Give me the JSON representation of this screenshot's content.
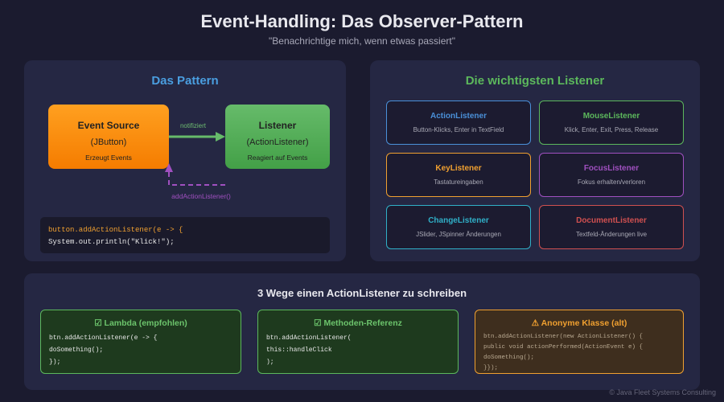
{
  "header": {
    "title": "Event-Handling: Das Observer-Pattern",
    "subtitle": "\"Benachrichtige mich, wenn etwas passiert\""
  },
  "pattern": {
    "title": "Das Pattern",
    "source": {
      "title": "Event Source",
      "type": "(JButton)",
      "desc": "Erzeugt Events"
    },
    "listener": {
      "title": "Listener",
      "type": "(ActionListener)",
      "desc": "Reagiert auf Events"
    },
    "arrow_label": "notifiziert",
    "register_label": "addActionListener()",
    "code": [
      "button.addActionListener(e -> {",
      "System.out.println(\"Klick!\");"
    ]
  },
  "listeners": {
    "title": "Die wichtigsten Listener",
    "items": [
      {
        "name": "ActionListener",
        "desc": "Button-Klicks, Enter in TextField",
        "color": "#4a90d9"
      },
      {
        "name": "MouseListener",
        "desc": "Klick, Enter, Exit, Press, Release",
        "color": "#5cb85c"
      },
      {
        "name": "KeyListener",
        "desc": "Tastatureingaben",
        "color": "#f0a030"
      },
      {
        "name": "FocusListener",
        "desc": "Fokus erhalten/verloren",
        "color": "#a050c0"
      },
      {
        "name": "ChangeListener",
        "desc": "JSlider, JSpinner Änderungen",
        "color": "#30b0c8"
      },
      {
        "name": "DocumentListener",
        "desc": "Textfeld-Änderungen live",
        "color": "#d05050"
      }
    ]
  },
  "ways": {
    "title": "3 Wege einen ActionListener zu schreiben",
    "items": [
      {
        "icon": "☑",
        "title": "Lambda (empfohlen)",
        "code": [
          "btn.addActionListener(e -> {",
          "doSomething();",
          "});"
        ]
      },
      {
        "icon": "☑",
        "title": "Methoden-Referenz",
        "code": [
          "btn.addActionListener(",
          "this::handleClick",
          ");"
        ]
      },
      {
        "icon": "⚠",
        "title": "Anonyme Klasse (alt)",
        "code": [
          "btn.addActionListener(new ActionListener() {",
          "public void actionPerformed(ActionEvent e) {",
          "doSomething();",
          "}});"
        ]
      }
    ]
  },
  "footer": "© Java Fleet Systems Consulting"
}
